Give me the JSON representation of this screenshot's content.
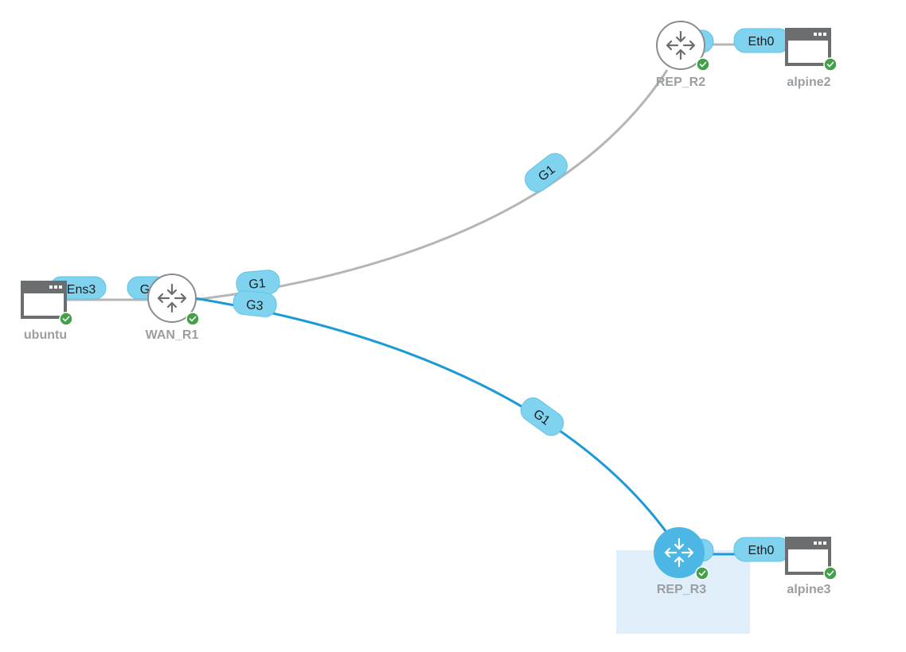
{
  "topology": {
    "nodes": {
      "wan_r1": {
        "label": "WAN_R1",
        "type": "router",
        "status": "running",
        "icon": "router-icon"
      },
      "rep_r2": {
        "label": "REP_R2",
        "type": "router",
        "status": "running",
        "icon": "router-icon"
      },
      "rep_r3": {
        "label": "REP_R3",
        "type": "router",
        "status": "running",
        "icon": "router-icon",
        "selected": true
      },
      "ubuntu": {
        "label": "ubuntu",
        "type": "host",
        "status": "running",
        "icon": "server-icon"
      },
      "alpine2": {
        "label": "alpine2",
        "type": "host",
        "status": "running",
        "icon": "server-icon"
      },
      "alpine3": {
        "label": "alpine3",
        "type": "host",
        "status": "running",
        "icon": "server-icon"
      }
    },
    "interfaces": {
      "ubuntu_ens3": "Ens3",
      "wan_r1_g0": "G",
      "wan_r1_g1": "G1",
      "wan_r1_g3": "G3",
      "rep_r2_g1": "G1",
      "rep_r3_g1": "G1",
      "alpine2_eth0": "Eth0",
      "alpine3_eth0": "Eth0"
    },
    "colors": {
      "link_default": "#b5b5b5",
      "link_selected": "#1b9ad6",
      "interface_pill": "#7fd3ef",
      "status_running": "#43a047",
      "selection_highlight": "#dfeef8"
    }
  }
}
